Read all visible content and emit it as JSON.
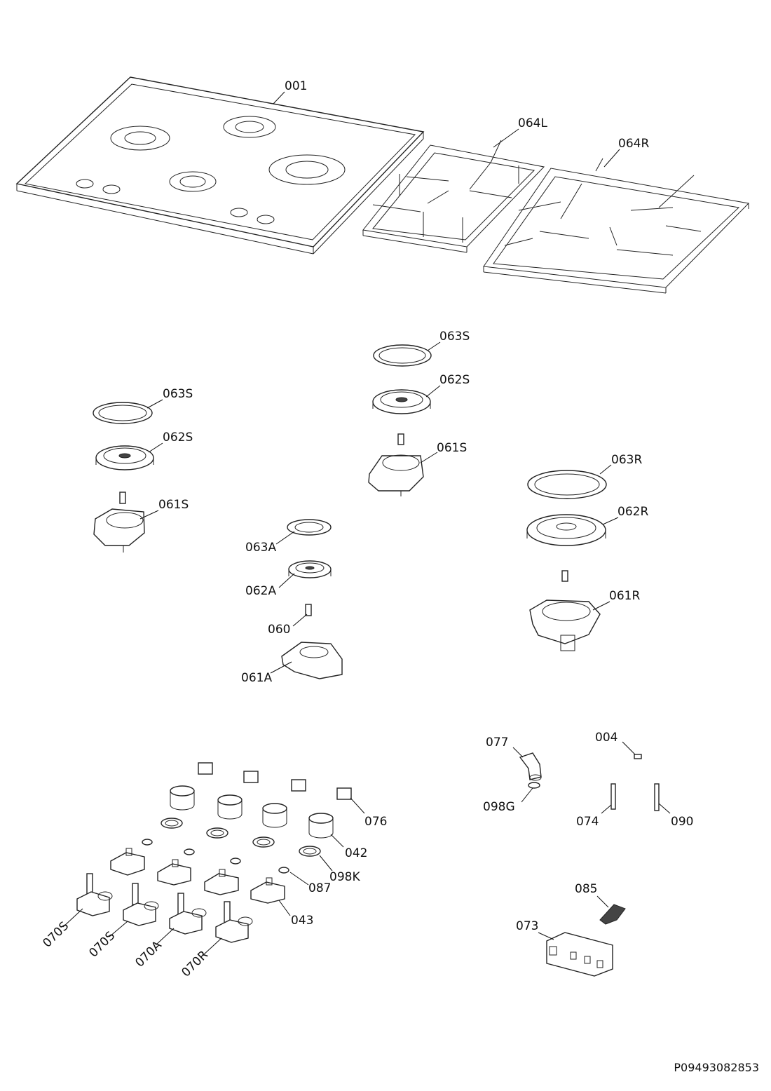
{
  "drawing_ref": "P09493082853",
  "callouts": {
    "c001": "001",
    "c064L": "064L",
    "c064R": "064R",
    "c063S_a": "063S",
    "c062S_a": "062S",
    "c061S_a": "061S",
    "c063S_b": "063S",
    "c062S_b": "062S",
    "c061S_b": "061S",
    "c063R": "063R",
    "c062R": "062R",
    "c061R": "061R",
    "c063A": "063A",
    "c062A": "062A",
    "c060": "060",
    "c061A": "061A",
    "c077": "077",
    "c004": "004",
    "c098G": "098G",
    "c074": "074",
    "c090": "090",
    "c076": "076",
    "c042": "042",
    "c098K": "098K",
    "c087": "087",
    "c043": "043",
    "c070S_a": "070S",
    "c070S_b": "070S",
    "c070A": "070A",
    "c070R": "070R",
    "c085": "085",
    "c073": "073"
  }
}
